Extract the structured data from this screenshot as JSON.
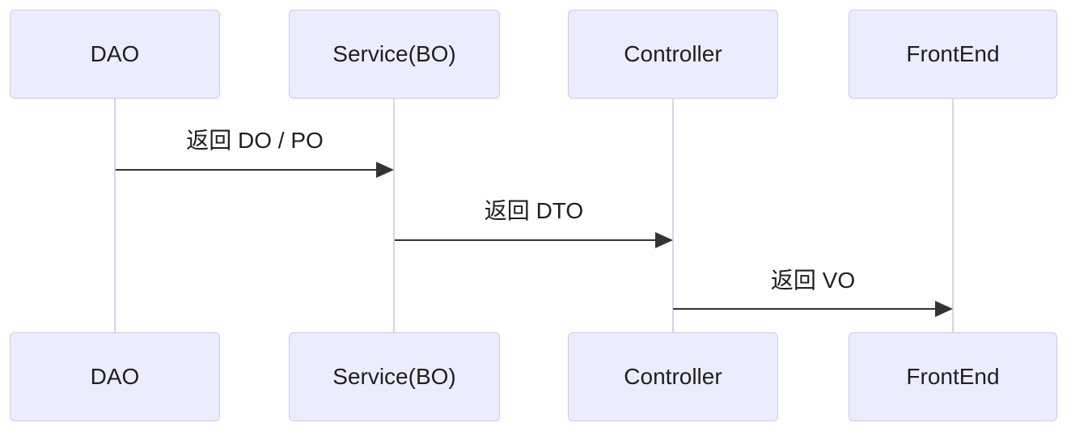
{
  "diagram": {
    "type": "sequence",
    "actors": [
      {
        "id": "dao",
        "label": "DAO"
      },
      {
        "id": "service",
        "label": "Service(BO)"
      },
      {
        "id": "controller",
        "label": "Controller"
      },
      {
        "id": "frontend",
        "label": "FrontEnd"
      }
    ],
    "messages": [
      {
        "from": "DAO",
        "to": "Service(BO)",
        "label": "返回 DO / PO"
      },
      {
        "from": "Service(BO)",
        "to": "Controller",
        "label": "返回 DTO"
      },
      {
        "from": "Controller",
        "to": "FrontEnd",
        "label": "返回 VO"
      }
    ],
    "colors": {
      "background": "#FFFFFF",
      "actor_fill": "#ECECFF",
      "actor_border": "#CFC8EC",
      "lifeline": "#D9D2F0",
      "arrow": "#333333",
      "text": "#1F1F1F"
    }
  }
}
